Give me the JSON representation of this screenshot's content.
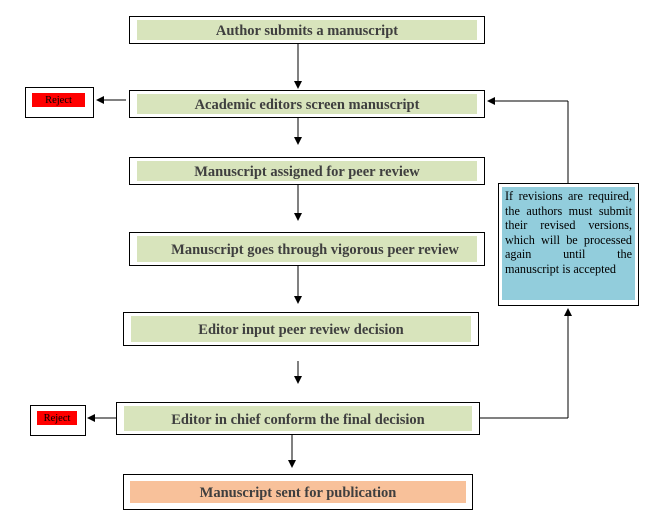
{
  "steps": [
    {
      "label": "Author submits a manuscript"
    },
    {
      "label": "Academic editors screen manuscript"
    },
    {
      "label": "Manuscript assigned for peer review"
    },
    {
      "label": "Manuscript goes through vigorous peer review"
    },
    {
      "label": "Editor input peer review decision"
    },
    {
      "label": "Editor in chief conform the final decision"
    },
    {
      "label": "Manuscript sent for publication"
    }
  ],
  "reject": {
    "label": "Reject"
  },
  "revision_note": {
    "lines": [
      "If revisions are required,",
      "the authors must submit",
      "their revised versions,",
      "which will be processed",
      "again until the",
      "manuscript is accepted"
    ]
  },
  "colors": {
    "step_fill": "#d8e4bc",
    "final_fill": "#f8c19a",
    "reject_fill": "#ff0000",
    "note_fill": "#92cddc"
  }
}
